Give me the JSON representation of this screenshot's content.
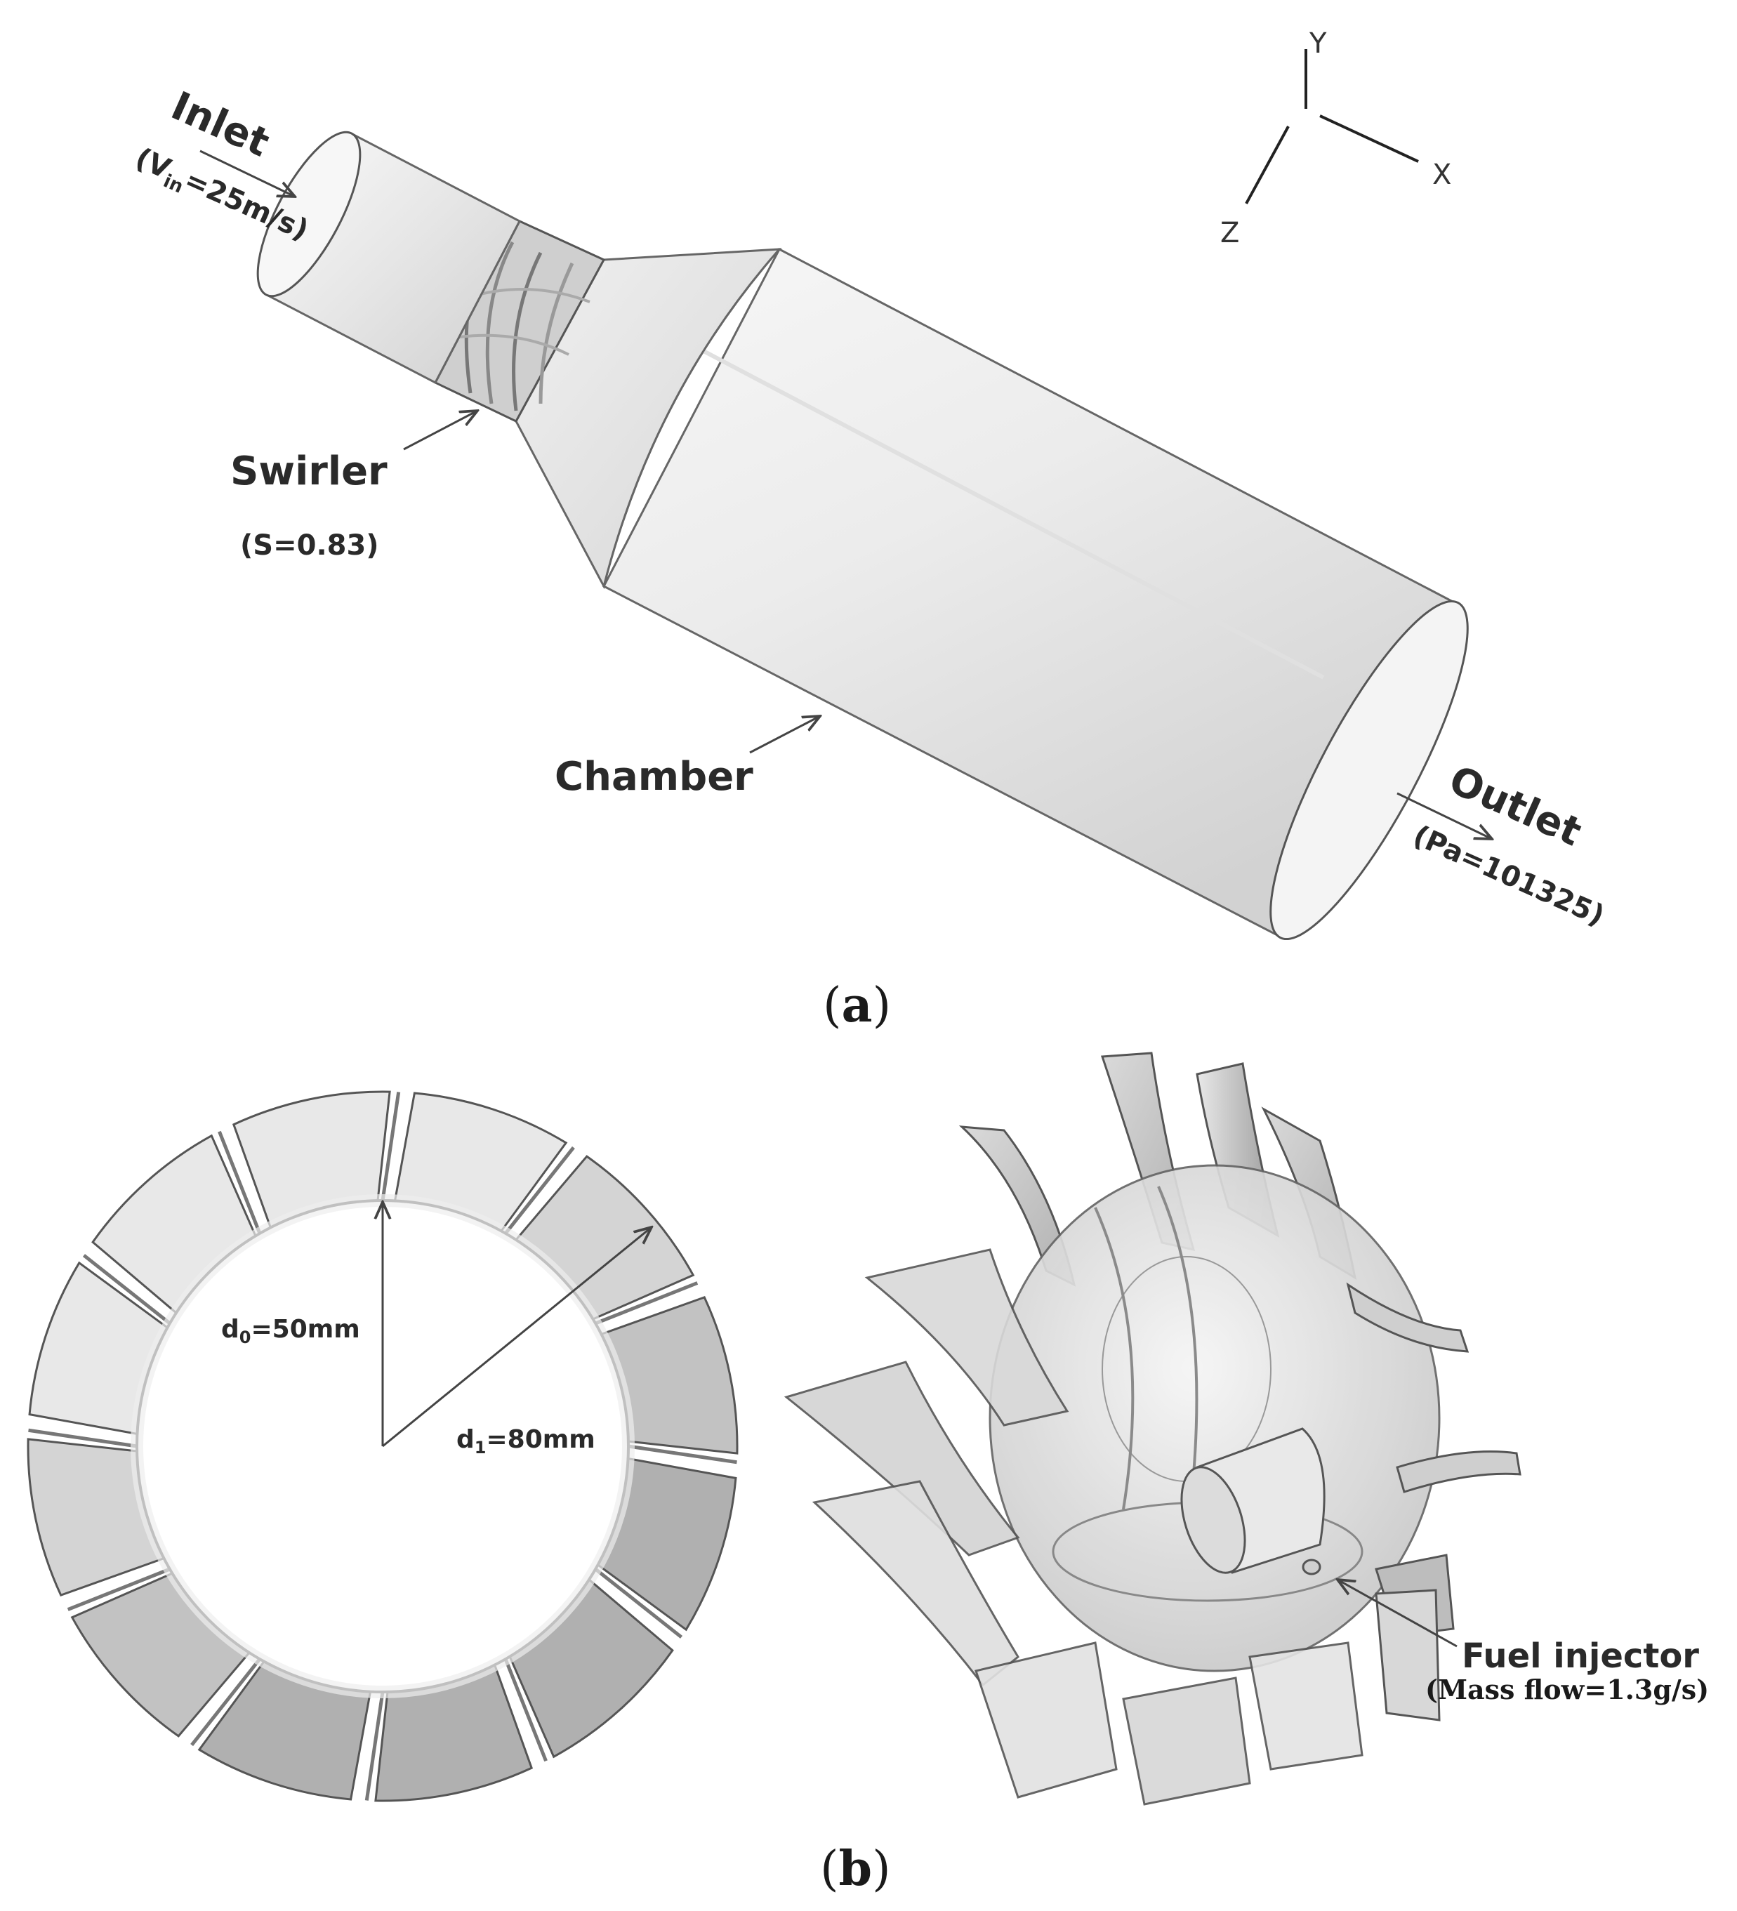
{
  "panel_a": {
    "caption_open": "(",
    "caption_letter": "a",
    "caption_close": ")",
    "inlet_label": "Inlet",
    "inlet_cond_open": "(V",
    "inlet_cond_sub": "in",
    "inlet_cond_rest": "=25m/s)",
    "swirler_label": "Swirler",
    "swirler_cond": "(S=0.83)",
    "chamber_label": "Chamber",
    "outlet_label": "Outlet",
    "outlet_cond": "(Pa=101325)",
    "axes": {
      "x": "X",
      "y": "Y",
      "z": "Z"
    }
  },
  "panel_b": {
    "caption_open": "(",
    "caption_letter": "b",
    "caption_close": ")",
    "d0_main": "d",
    "d0_sub": "0",
    "d0_rest": "=50mm",
    "d1_main": "d",
    "d1_sub": "1",
    "d1_rest": "=80mm",
    "injector_label": "Fuel injector",
    "injector_cond": "(Mass flow=1.3g/s)"
  },
  "colors": {
    "surface_light": "#f2f2f2",
    "surface_mid": "#d9d9d9",
    "surface_dark": "#a8a8a8",
    "edge": "#555555",
    "text": "#2a2a2a"
  }
}
